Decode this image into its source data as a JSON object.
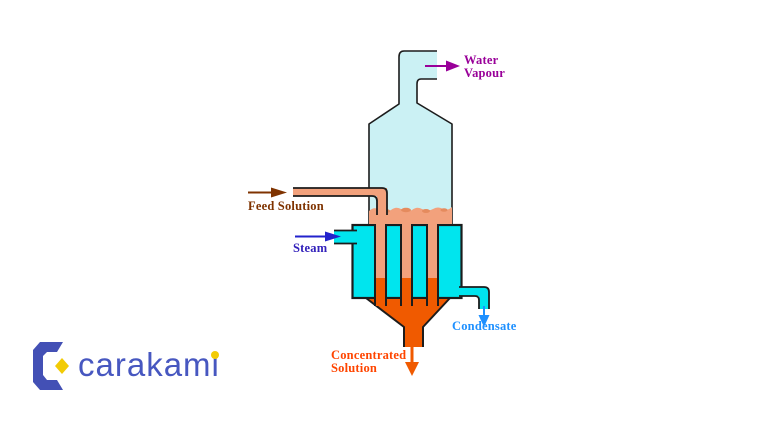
{
  "diagram": {
    "labels": {
      "water_vapour": {
        "line1": "Water",
        "line2": "Vapour",
        "color": "#990099"
      },
      "feed_solution": {
        "text": "Feed Solution",
        "color": "#7F3300"
      },
      "steam": {
        "text": "Steam",
        "color": "#3322BB"
      },
      "condensate": {
        "text": "Condensate",
        "color": "#1E90FF"
      },
      "concentrated_solution": {
        "line1": "Concentrated",
        "line2": "Solution",
        "color": "#FF4500"
      }
    },
    "colors": {
      "vessel_fill": "#CBF1F4",
      "steam_chest_fill": "#00E5EE",
      "solution_fill": "#F2A17C",
      "solution_surface_spot": "#E58B5E",
      "concentrate_fill": "#F05A00",
      "outline": "#1C1C1C",
      "water_vapour_arrow": "#990099",
      "feed_arrow": "#7F3300",
      "steam_arrow": "#2222CC",
      "condensate_arrow": "#1E90FF",
      "concentrate_arrow": "#F05A00"
    }
  },
  "logo": {
    "text": "carakami",
    "text_color": "#4757C0",
    "icon_color": "#4350B5",
    "accent_color": "#F2CB05"
  }
}
